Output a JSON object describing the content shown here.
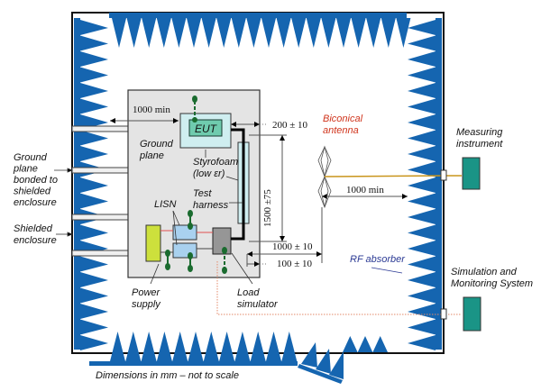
{
  "colors": {
    "absorber": "#1565b0",
    "ground_plane": "#e4e4e4",
    "eut_box": "#cfeef0",
    "eut": "#6fcbae",
    "lisn": "#a9d1ef",
    "power_supply": "#cde03c",
    "load_simulator": "#969696",
    "connector": "#1a6b2f",
    "instrument": "#1a9486",
    "antenna_cable": "#c9951c",
    "rf_dotted": "#e38a6a",
    "red_label": "#d0341c",
    "navy_label": "#2b3a94"
  },
  "labels": {
    "eut": "EUT",
    "ground_plane": [
      "Ground",
      "plane"
    ],
    "styrofoam": [
      "Styrofoam",
      "(low εr)"
    ],
    "test_harness": [
      "Test",
      "harness"
    ],
    "lisn": "LISN",
    "power_supply": [
      "Power",
      "supply"
    ],
    "load_simulator": [
      "Load",
      "simulator"
    ],
    "biconical_antenna": [
      "Biconical",
      "antenna"
    ],
    "measuring_instrument": [
      "Measuring",
      "instrument"
    ],
    "simulation_system": [
      "Simulation and",
      "Monitoring System"
    ],
    "rf_absorber": "RF absorber",
    "ground_plane_bonded": [
      "Ground",
      "plane",
      "bonded to",
      "shielded",
      "enclosure"
    ],
    "shielded_enclosure": [
      "Shielded",
      "enclosure"
    ],
    "footnote": "Dimensions in mm – not to scale"
  },
  "dimensions": {
    "eut_to_wall": "1000 min",
    "eut_height": "200 ± 10",
    "harness_length": "1500 ±75",
    "antenna_to_harness": "1000 ± 10",
    "harness_to_edge": "100 ± 10",
    "antenna_to_wall": "1000 min"
  }
}
